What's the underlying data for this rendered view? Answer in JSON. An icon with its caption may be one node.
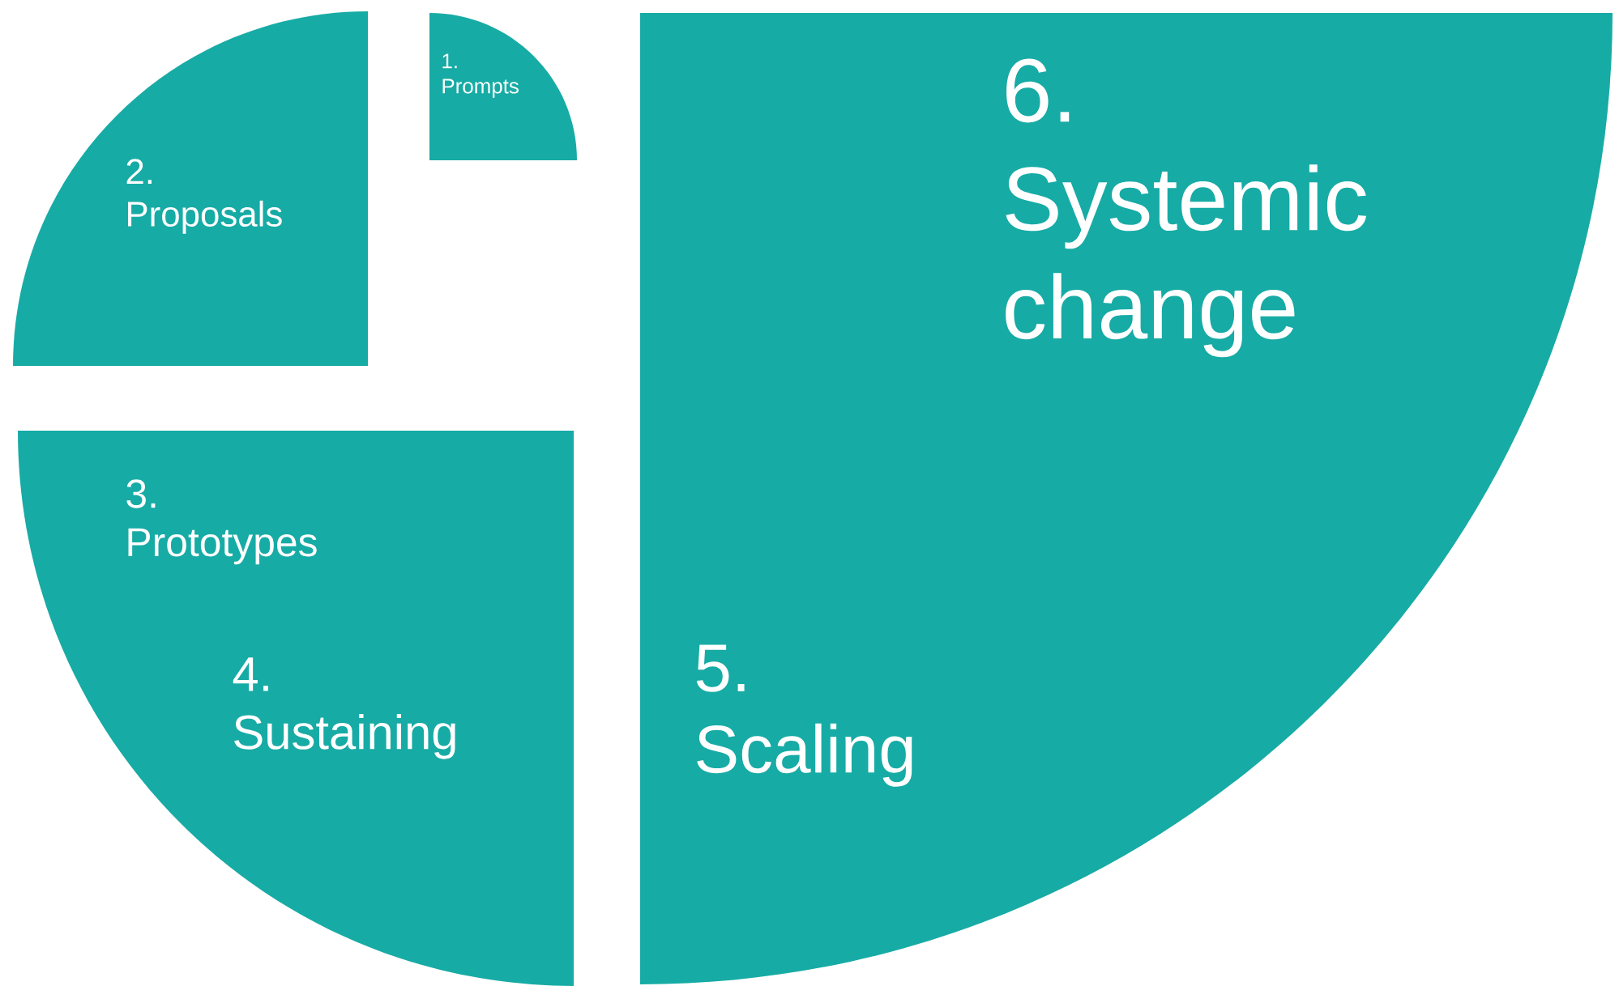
{
  "diagram": {
    "nodes": [
      {
        "text": [
          "1. Prompts"
        ]
      },
      {
        "text": [
          "2. Proposals"
        ]
      },
      {
        "text": [
          "3. Prototypes",
          "4. Sustaining"
        ]
      },
      {
        "text": [
          "6. Systemic change",
          "5. Scaling"
        ]
      }
    ]
  }
}
